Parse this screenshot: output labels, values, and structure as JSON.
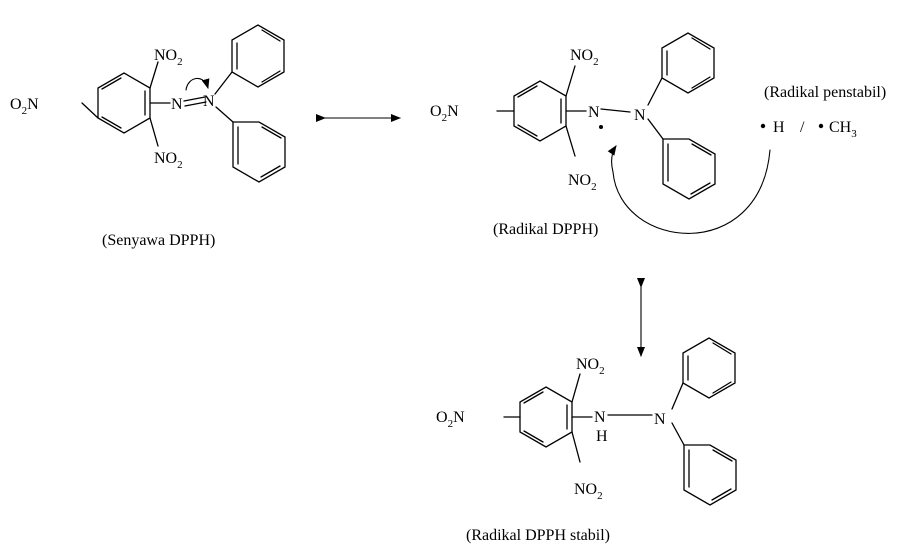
{
  "labels": {
    "no2": "NO",
    "no2_sub": "2",
    "o2n_o": "O",
    "o2n_sub": "2",
    "o2n_n": "N",
    "n": "N",
    "h": "H",
    "ch": "CH",
    "ch_sub": "3",
    "slash": "/"
  },
  "captions": {
    "senyawa": "(Senyawa DPPH)",
    "radikal": "(Radikal DPPH)",
    "stabil": "(Radikal DPPH stabil)",
    "penstabil": "(Radikal penstabil)"
  }
}
